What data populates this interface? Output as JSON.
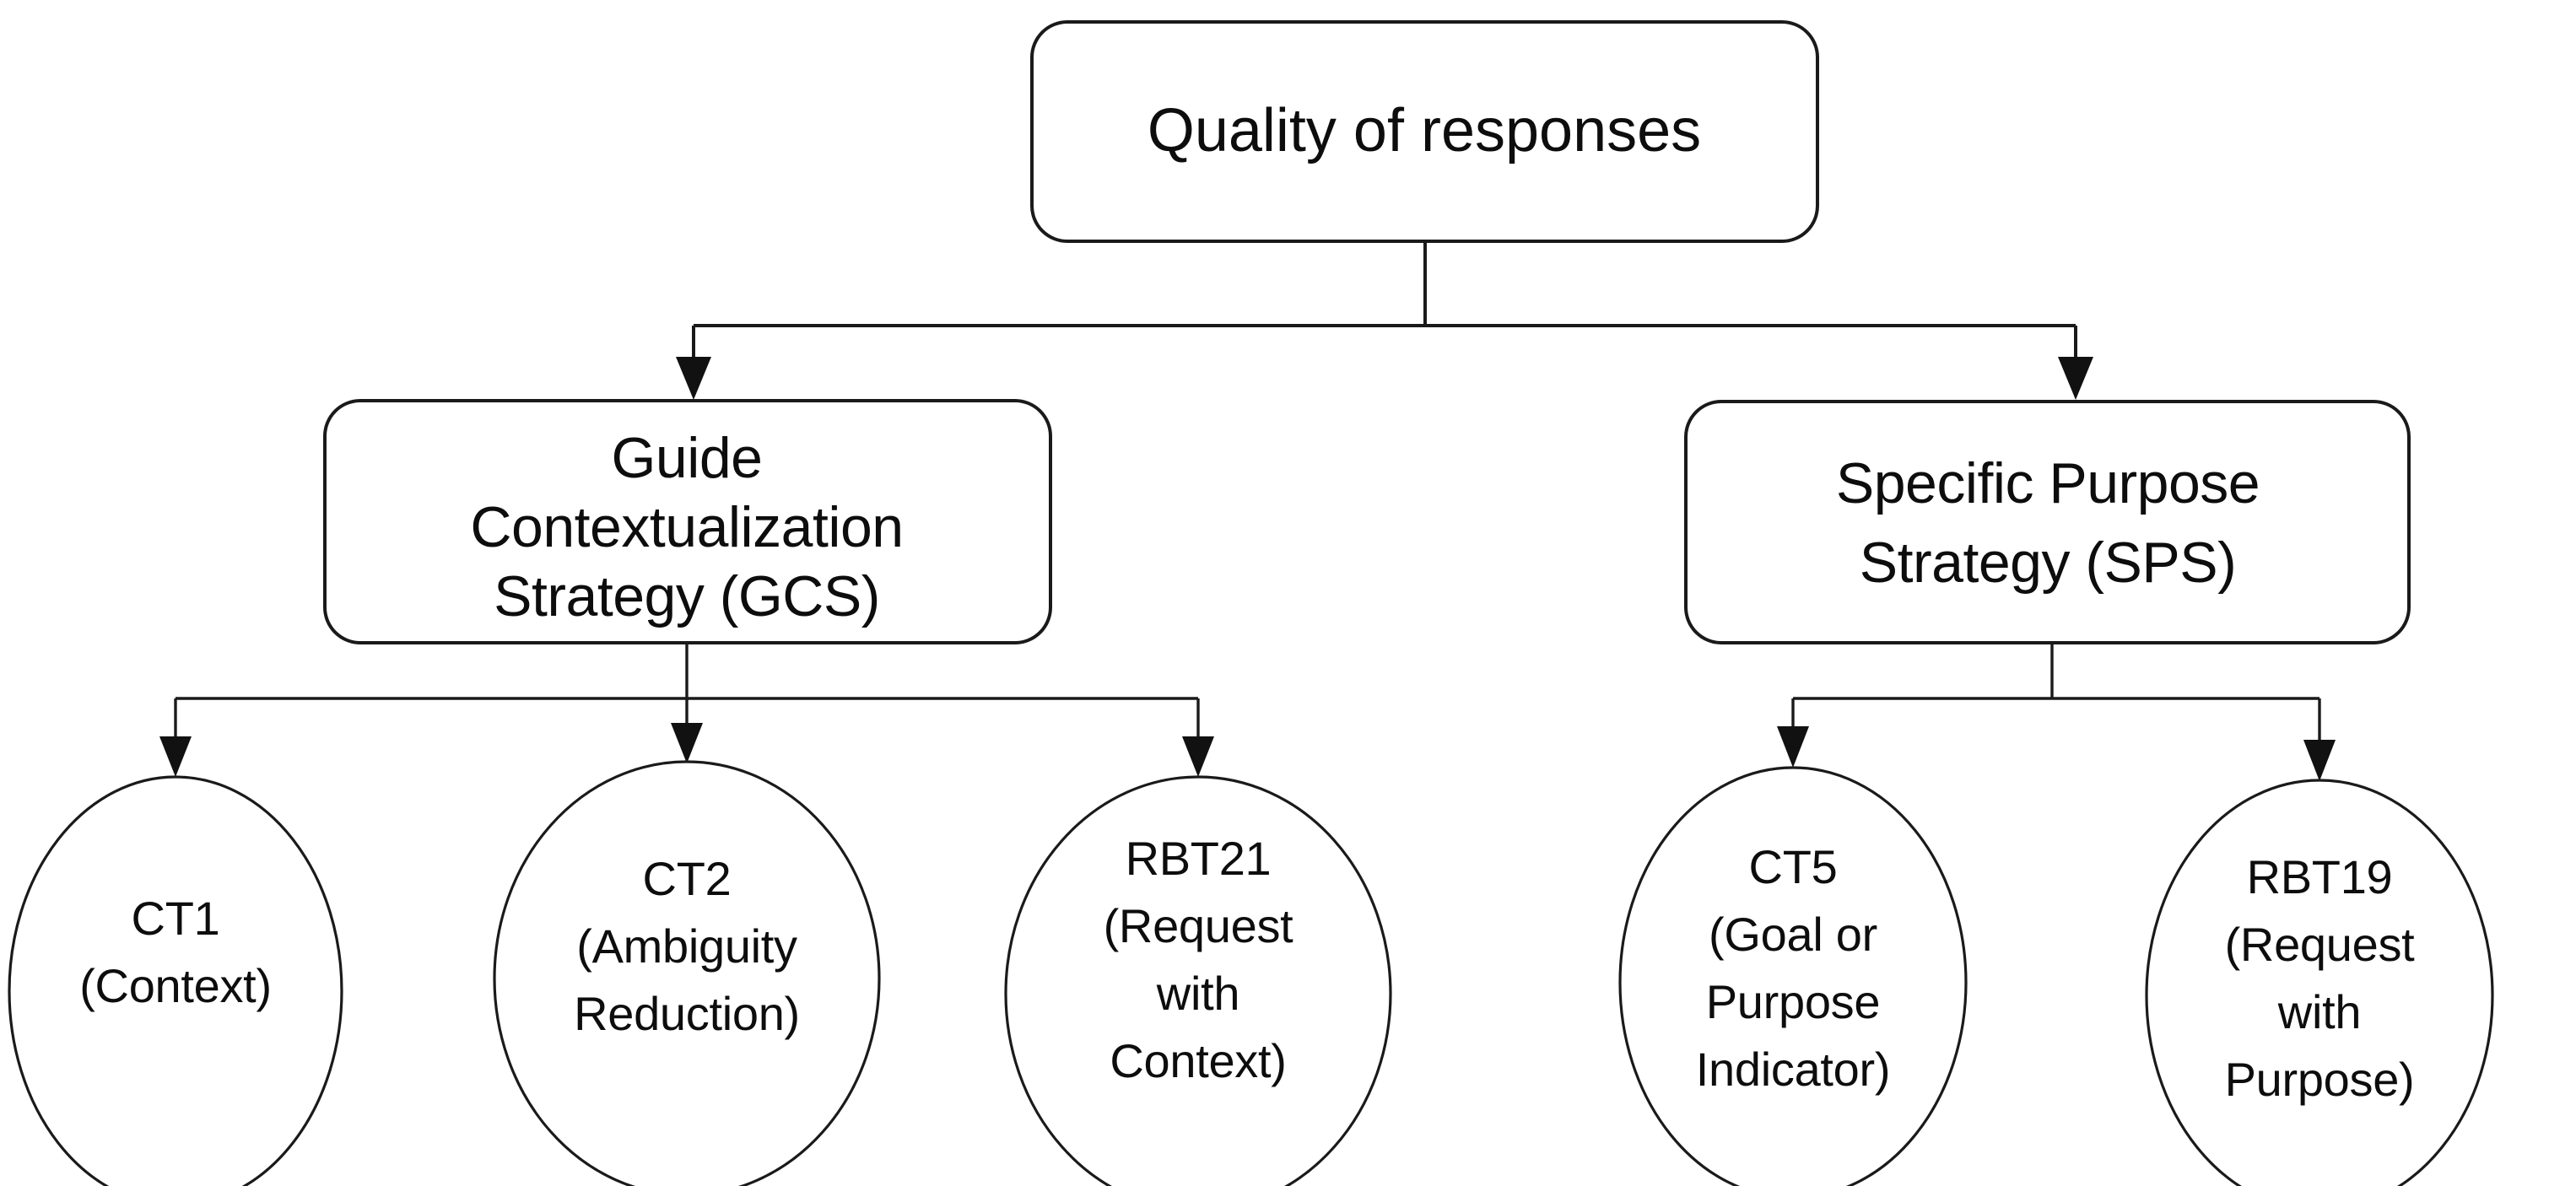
{
  "diagram": {
    "title_node": {
      "id": "quality-of-responses",
      "label": "Quality of responses",
      "lines": [
        "Quality of responses"
      ],
      "shape": "rounded-rectangle"
    },
    "branches": [
      {
        "id": "gcs",
        "label": "Guide Contextualization Strategy (GCS)",
        "abbreviation": "GCS",
        "shape": "rounded-rectangle",
        "lines": [
          "Guide",
          "Contextualization",
          "Strategy (GCS)"
        ],
        "children": [
          {
            "id": "ct1",
            "code": "CT1",
            "description": "(Context)",
            "shape": "ellipse",
            "lines": [
              "CT1",
              "(Context)"
            ]
          },
          {
            "id": "ct2",
            "code": "CT2",
            "description": "(Ambiguity Reduction)",
            "shape": "ellipse",
            "lines": [
              "CT2",
              "(Ambiguity",
              "Reduction)"
            ]
          },
          {
            "id": "rbt21",
            "code": "RBT21",
            "description": "(Request with Context)",
            "shape": "ellipse",
            "lines": [
              "RBT21",
              "(Request",
              "with",
              "Context)"
            ]
          }
        ]
      },
      {
        "id": "sps",
        "label": "Specific Purpose Strategy (SPS)",
        "abbreviation": "SPS",
        "shape": "rounded-rectangle",
        "lines": [
          "Specific Purpose",
          "Strategy (SPS)"
        ],
        "children": [
          {
            "id": "ct5",
            "code": "CT5",
            "description": "(Goal or Purpose Indicator)",
            "shape": "ellipse",
            "lines": [
              "CT5",
              "(Goal or",
              "Purpose",
              "Indicator)"
            ]
          },
          {
            "id": "rbt19",
            "code": "RBT19",
            "description": "(Request with Purpose)",
            "shape": "ellipse",
            "lines": [
              "RBT19",
              "(Request",
              "with",
              "Purpose)"
            ]
          }
        ]
      }
    ],
    "colors": {
      "stroke": "#1a1a1a",
      "fill": "#ffffff",
      "text": "#0d0d0d",
      "background": "#ffffff"
    }
  }
}
